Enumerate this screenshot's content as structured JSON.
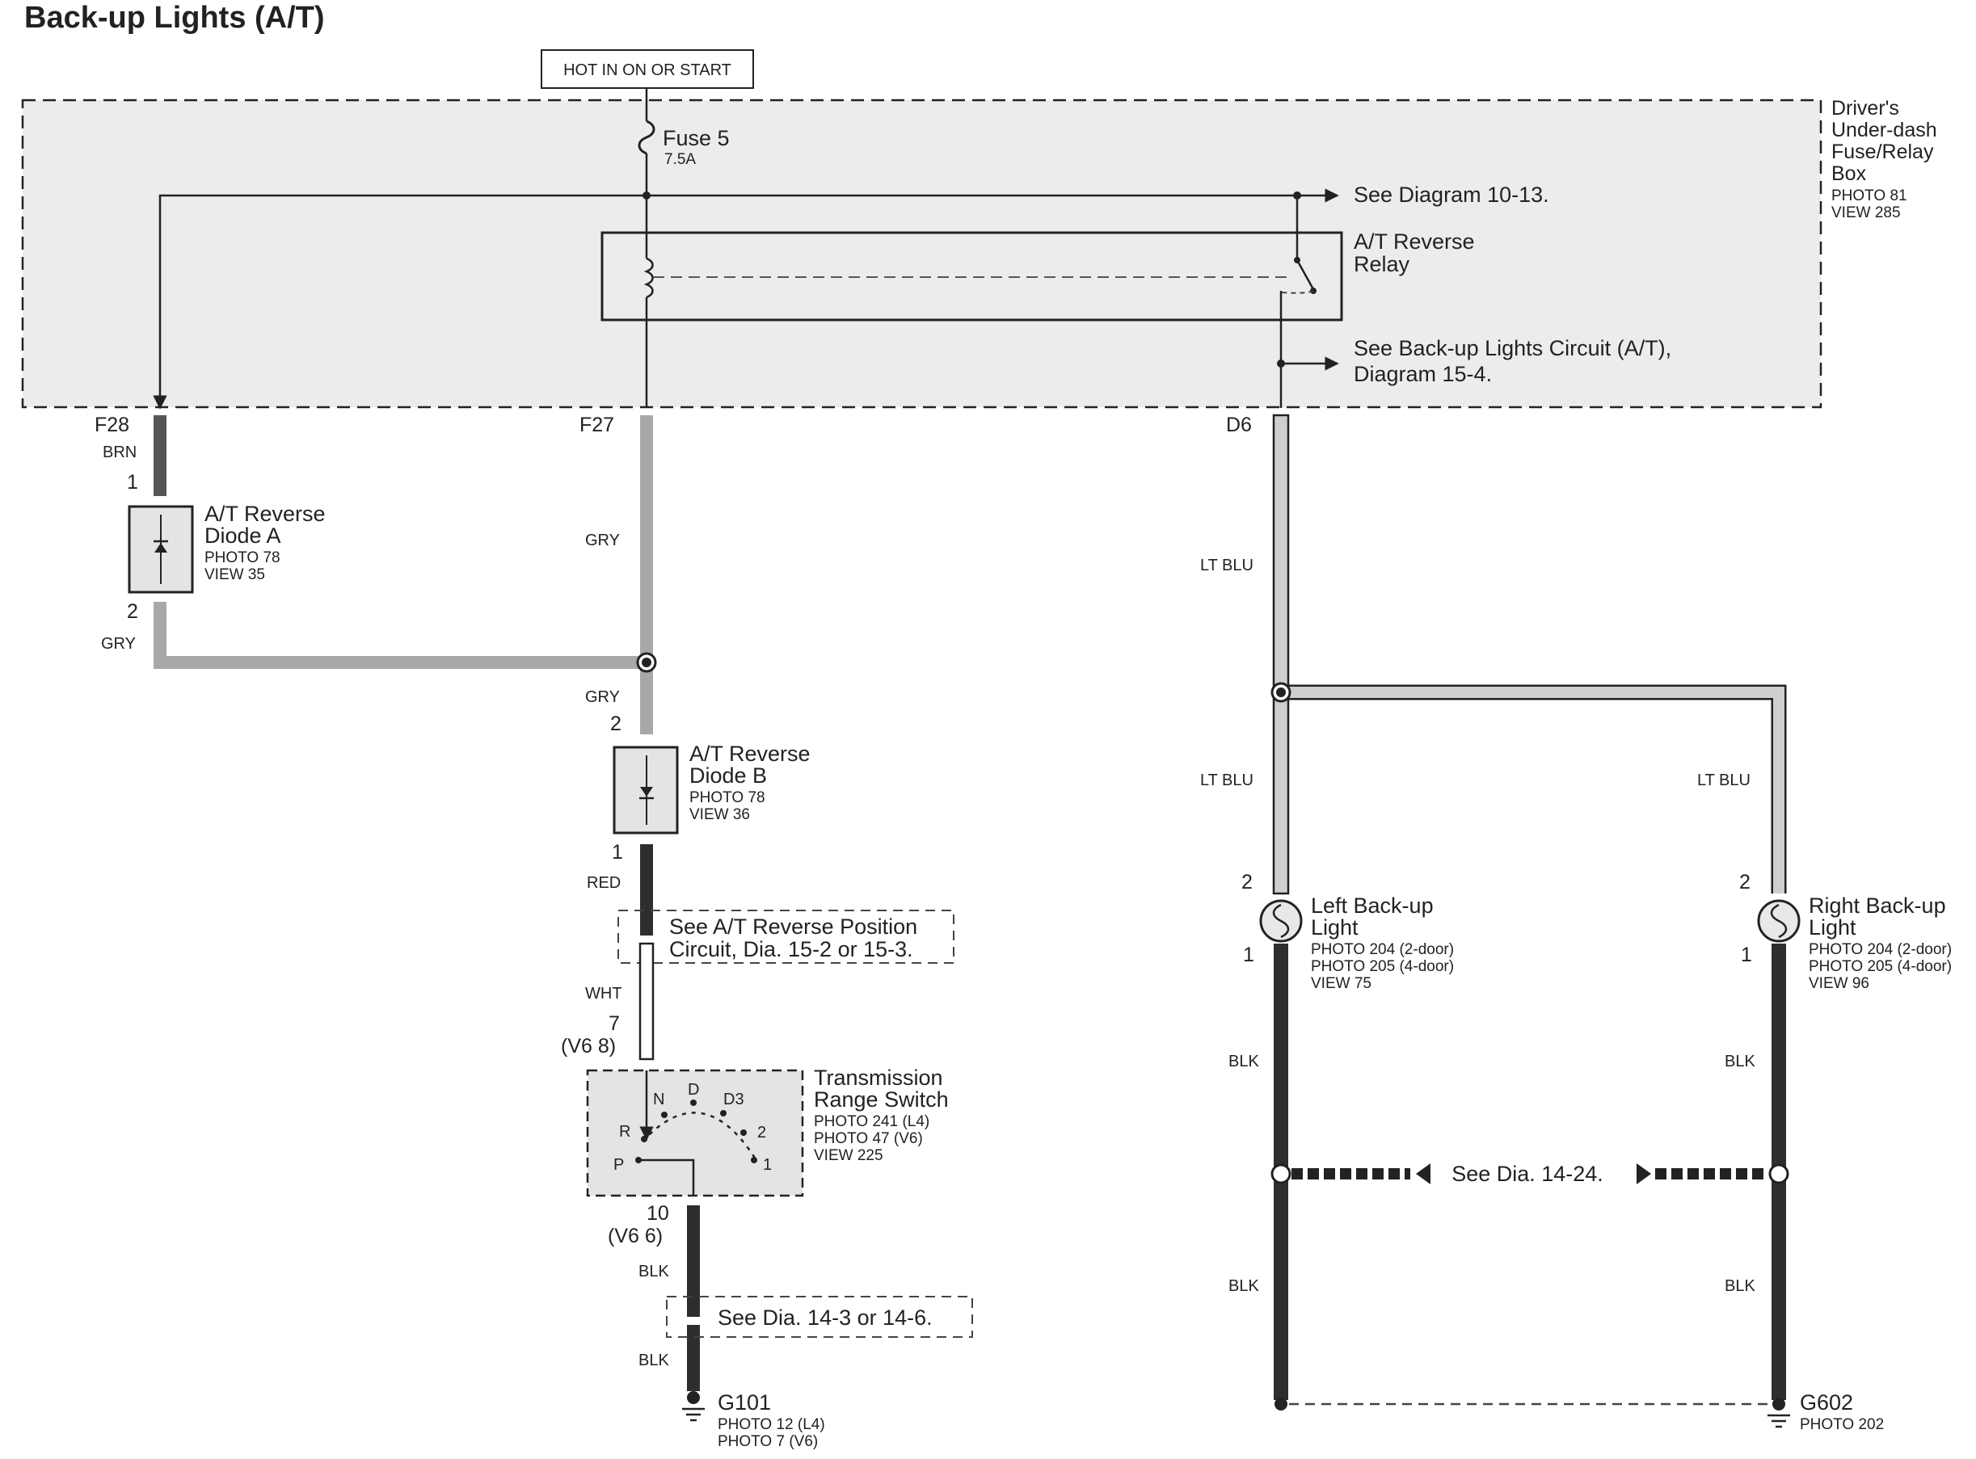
{
  "title": "Back-up Lights (A/T)",
  "hot_label": "HOT IN ON OR START",
  "fuse_box": {
    "name_lines": [
      "Driver's",
      "Under-dash",
      "Fuse/Relay",
      "Box"
    ],
    "photo": "PHOTO 81",
    "view": "VIEW 285"
  },
  "fuse": {
    "name": "Fuse 5",
    "rating": "7.5A"
  },
  "relay": {
    "line1": "A/T Reverse",
    "line2": "Relay"
  },
  "refs": {
    "diagram_10_13": "See Diagram  10-13.",
    "backup_circuit_1": "See Back-up Lights Circuit (A/T),",
    "backup_circuit_2": "Diagram  15-4.",
    "reverse_position_1": "See A/T Reverse Position",
    "reverse_position_2": "Circuit, Dia. 15-2 or 15-3.",
    "dia_14_24": "See  Dia.  14-24.",
    "dia_14_3": "See  Dia.  14-3 or 14-6."
  },
  "connectors": {
    "f28": "F28",
    "f27": "F27",
    "d6": "D6"
  },
  "wires": {
    "brn": "BRN",
    "gry": "GRY",
    "red": "RED",
    "wht": "WHT",
    "blk": "BLK",
    "lt_blu": "LT BLU"
  },
  "pins": {
    "one": "1",
    "two": "2",
    "seven": "7",
    "v6_8": "(V6 8)",
    "ten": "10",
    "v6_6": "(V6 6)"
  },
  "diode_a": {
    "line1": "A/T Reverse",
    "line2": "Diode A",
    "photo": "PHOTO 78",
    "view": "VIEW 35"
  },
  "diode_b": {
    "line1": "A/T Reverse",
    "line2": "Diode B",
    "photo": "PHOTO 78",
    "view": "VIEW 36"
  },
  "trs": {
    "line1": "Transmission",
    "line2": "Range Switch",
    "photo1": "PHOTO 241 (L4)",
    "photo2": "PHOTO 47 (V6)",
    "view": "VIEW 225",
    "positions": {
      "n": "N",
      "d": "D",
      "d3": "D3",
      "r": "R",
      "two": "2",
      "p": "P",
      "one": "1"
    }
  },
  "left_light": {
    "line1": "Left Back-up",
    "line2": "Light",
    "photo1": "PHOTO 204 (2-door)",
    "photo2": "PHOTO 205 (4-door)",
    "view": "VIEW 75"
  },
  "right_light": {
    "line1": "Right Back-up",
    "line2": "Light",
    "photo1": "PHOTO 204 (2-door)",
    "photo2": "PHOTO 205 (4-door)",
    "view": "VIEW 96"
  },
  "g101": {
    "name": "G101",
    "photo1": "PHOTO 12 (L4)",
    "photo2": "PHOTO 7 (V6)"
  },
  "g602": {
    "name": "G602",
    "photo": "PHOTO 202"
  },
  "colors": {
    "wire_dark": "#2e2e2e",
    "wire_brn": "#555555",
    "wire_gry": "#a8a8a8",
    "wire_ltblu": "#cfcfcf",
    "box_fill": "#ececec",
    "line": "#222222"
  }
}
